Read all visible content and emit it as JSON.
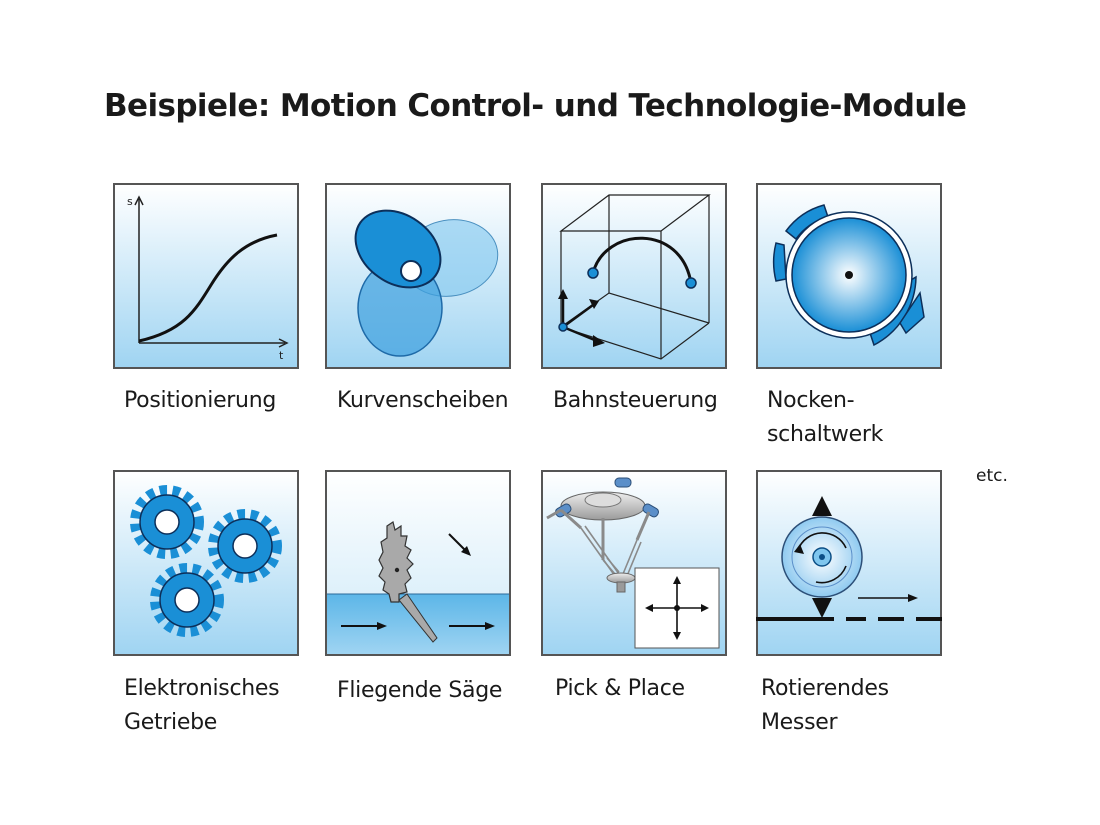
{
  "title": "Beispiele: Motion Control- und Technologie-Module",
  "modules": [
    {
      "label_lines": [
        "Positionierung"
      ],
      "icon": "positioning-curve-icon",
      "axis_y": "s",
      "axis_x": "t"
    },
    {
      "label_lines": [
        "Kurvenscheiben"
      ],
      "icon": "cam-disc-icon"
    },
    {
      "label_lines": [
        "Bahnsteuerung"
      ],
      "icon": "path-control-icon"
    },
    {
      "label_lines": [
        "Nocken-",
        "schaltwerk"
      ],
      "icon": "cam-switch-icon"
    },
    {
      "label_lines": [
        "Elektronisches",
        "Getriebe"
      ],
      "icon": "gears-icon"
    },
    {
      "label_lines": [
        "Fliegende Säge"
      ],
      "icon": "flying-saw-icon"
    },
    {
      "label_lines": [
        "Pick & Place"
      ],
      "icon": "delta-robot-icon"
    },
    {
      "label_lines": [
        "Rotierendes",
        "Messer"
      ],
      "icon": "rotary-knife-icon"
    }
  ],
  "etc": "etc.",
  "colors": {
    "tile_top": "#ffffff",
    "tile_bottom": "#9fd4f2",
    "accent_blue": "#1a8fd6",
    "dark_blue": "#0c4f86",
    "frame": "#555555"
  }
}
